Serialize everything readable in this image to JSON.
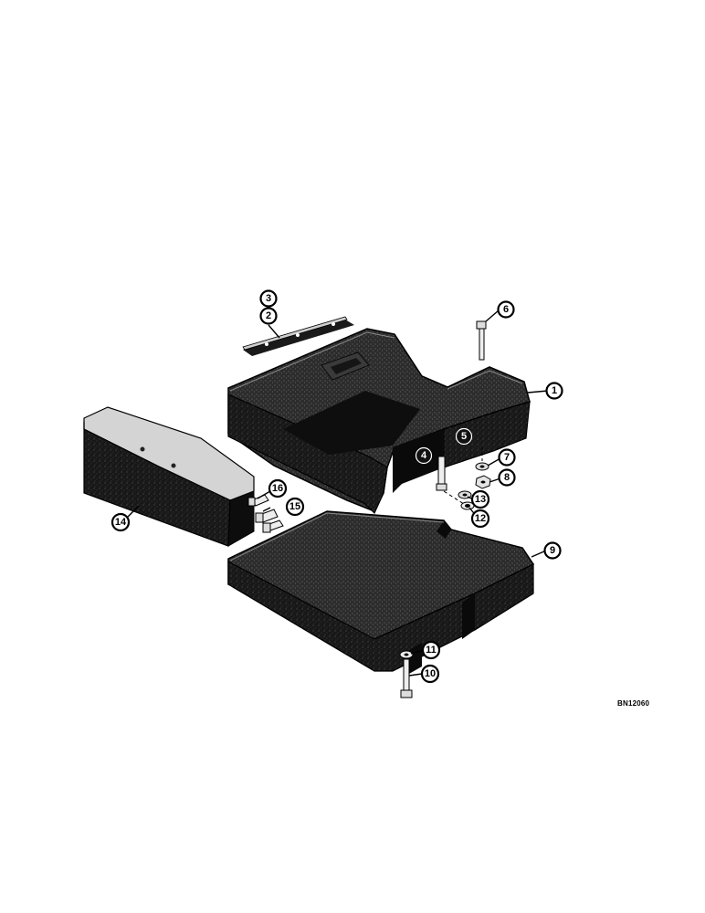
{
  "figure": {
    "reference_code": "BN12060",
    "colors": {
      "casting": "#151515",
      "casting_top": "#2a2a2a",
      "highlight": "#d8d8d8",
      "paper": "#ffffff"
    }
  },
  "callouts": {
    "c1": "1",
    "c2": "2",
    "c3": "3",
    "c4": "4",
    "c5": "5",
    "c6": "6",
    "c7": "7",
    "c8": "8",
    "c9": "9",
    "c10": "10",
    "c11": "11",
    "c12": "12",
    "c13": "13",
    "c14": "14",
    "c15": "15",
    "c16": "16"
  }
}
